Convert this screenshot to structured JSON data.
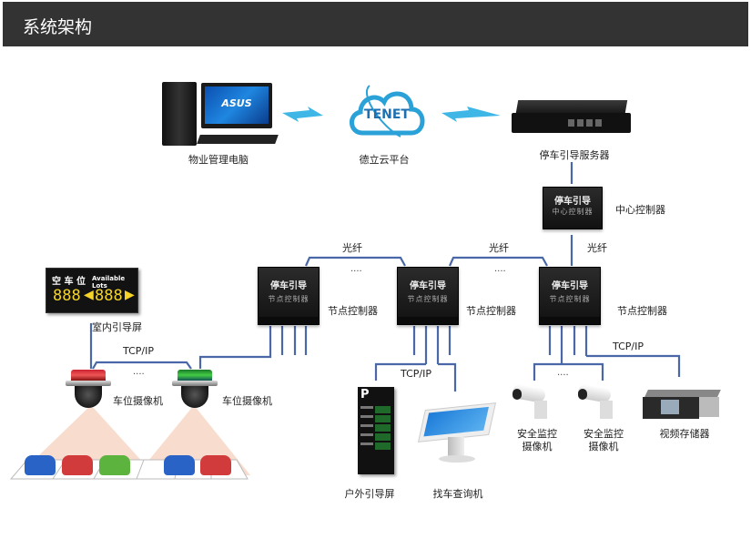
{
  "header": {
    "title": "系统架构"
  },
  "colors": {
    "header_bg": "#333333",
    "link_line": "#4a68a8",
    "wireless": "#3fb7e6",
    "cloud": "#2aa2d8"
  },
  "top_row": {
    "pc_label": "物业管理电脑",
    "cloud_label": "德立云平台",
    "cloud_logo_text": "TENET",
    "server_label": "停车引导服务器",
    "monitor_brand": "ASUS"
  },
  "center_controller": {
    "label": "中心控制器",
    "face_line1": "停车引导",
    "face_line2": "中心控制器"
  },
  "links": {
    "fiber": "光纤",
    "tcpip": "TCP/IP",
    "ellipsis": "...."
  },
  "node_controllers": [
    {
      "label": "节点控制器",
      "face_line1": "停车引导",
      "face_line2": "节点控制器"
    },
    {
      "label": "节点控制器",
      "face_line1": "停车引导",
      "face_line2": "节点控制器"
    },
    {
      "label": "节点控制器",
      "face_line1": "停车引导",
      "face_line2": "节点控制器"
    }
  ],
  "indoor_sign": {
    "label": "室内引导屏",
    "title_cn": "空 车 位",
    "title_en": "Available Lots",
    "count_left": "888",
    "count_right": "888"
  },
  "space_cameras": [
    {
      "label": "车位摄像机",
      "light": "red"
    },
    {
      "label": "车位摄像机",
      "light": "green"
    }
  ],
  "outdoor_sign": {
    "label": "户外引导屏"
  },
  "kiosk": {
    "label": "找车查询机"
  },
  "security_cameras": [
    {
      "label_line1": "安全监控",
      "label_line2": "摄像机"
    },
    {
      "label_line1": "安全监控",
      "label_line2": "摄像机"
    }
  ],
  "nvr": {
    "label": "视频存储器"
  },
  "cars": [
    "blue",
    "red",
    "green",
    "blue",
    "red"
  ]
}
